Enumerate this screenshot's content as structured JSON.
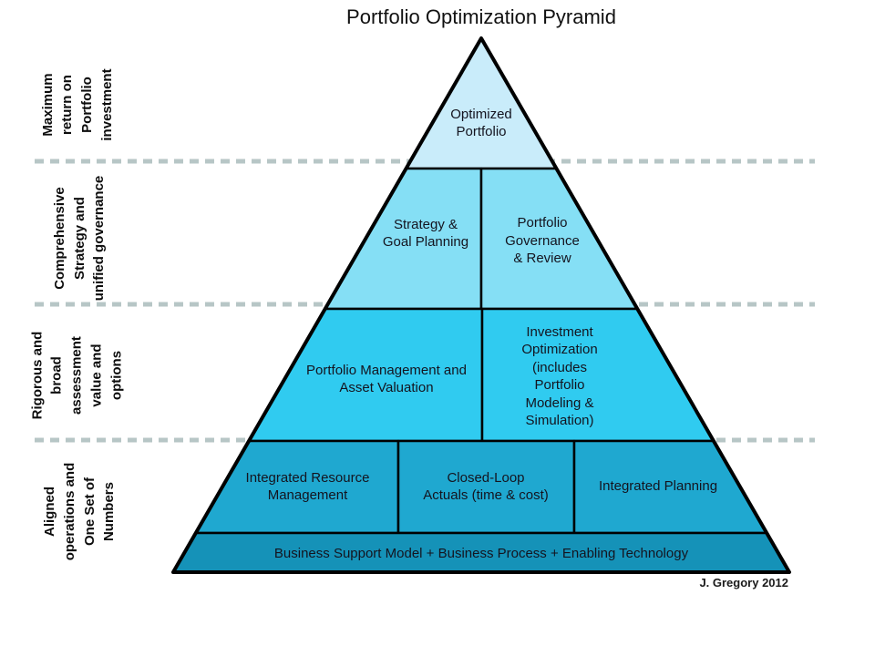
{
  "title": "Portfolio Optimization Pyramid",
  "credit": "J. Gregory 2012",
  "colors": {
    "tier1": "#c9ecfa",
    "tier2": "#85dff5",
    "tier3": "#30cbf0",
    "tier4": "#1fa8d0",
    "tier5": "#1592b8",
    "dash": "#b7c6c6",
    "outline": "#000000",
    "text": "#14141f"
  },
  "side_labels": [
    {
      "text": "Maximum\nreturn on\nPortfolio\ninvestment"
    },
    {
      "text": "Comprehensive\nStrategy and\nunified governance"
    },
    {
      "text": "Rigorous and\nbroad\nassessment\nvalue and\noptions"
    },
    {
      "text": "Aligned\noperations and\nOne Set of\nNumbers"
    }
  ],
  "pyramid": {
    "levels": [
      {
        "name": "optimized-portfolio",
        "cells": [
          {
            "text": "Optimized\nPortfolio"
          }
        ]
      },
      {
        "name": "strategy-and-governance",
        "cells": [
          {
            "text": "Strategy &\nGoal Planning"
          },
          {
            "text": "Portfolio\nGovernance\n& Review"
          }
        ]
      },
      {
        "name": "assessment-and-optimization",
        "cells": [
          {
            "text": "Portfolio Management and\nAsset Valuation"
          },
          {
            "text": "Investment\nOptimization\n(includes\nPortfolio\nModeling &\nSimulation)"
          }
        ]
      },
      {
        "name": "aligned-operations",
        "cells": [
          {
            "text": "Integrated Resource\nManagement"
          },
          {
            "text": "Closed-Loop\nActuals (time & cost)"
          },
          {
            "text": "Integrated Planning"
          }
        ]
      },
      {
        "name": "foundation",
        "cells": [
          {
            "text": "Business Support Model  +  Business Process  +  Enabling Technology"
          }
        ]
      }
    ]
  }
}
